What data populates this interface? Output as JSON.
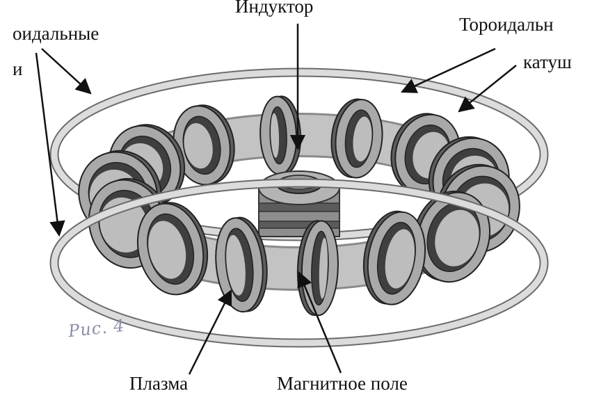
{
  "labels": {
    "inductor": "Индуктор",
    "poloidal_top": "оидальные",
    "poloidal_bottom": "и",
    "toroidal_top": "Тороидальн",
    "toroidal_bottom": "катуш",
    "plasma": "Плазма",
    "magnetic_field": "Магнитное поле"
  },
  "handwritten_note": "Рис. 4",
  "colors": {
    "coil_face": "#a9a9a9",
    "coil_rim": "#5e5e5e",
    "coil_hole": "#3f3f3f",
    "plasma": "#bdbdbd",
    "ring": "#d6d6d6",
    "line": "#111111"
  }
}
